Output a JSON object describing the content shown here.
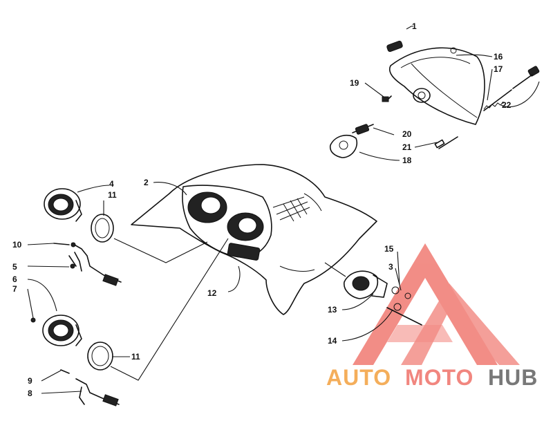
{
  "diagram": {
    "callouts": [
      "1",
      "16",
      "17",
      "19",
      "22",
      "20",
      "21",
      "18",
      "2",
      "4",
      "11",
      "10",
      "5",
      "6",
      "7",
      "12",
      "15",
      "3",
      "13",
      "14",
      "11",
      "9",
      "8"
    ]
  },
  "watermark": {
    "word_auto": "AUTO",
    "word_moto": "MOTO",
    "word_hub": "HUB",
    "color_red": "#f07a72",
    "color_orange": "#f3a64a",
    "color_dark": "#6a6a6a"
  }
}
